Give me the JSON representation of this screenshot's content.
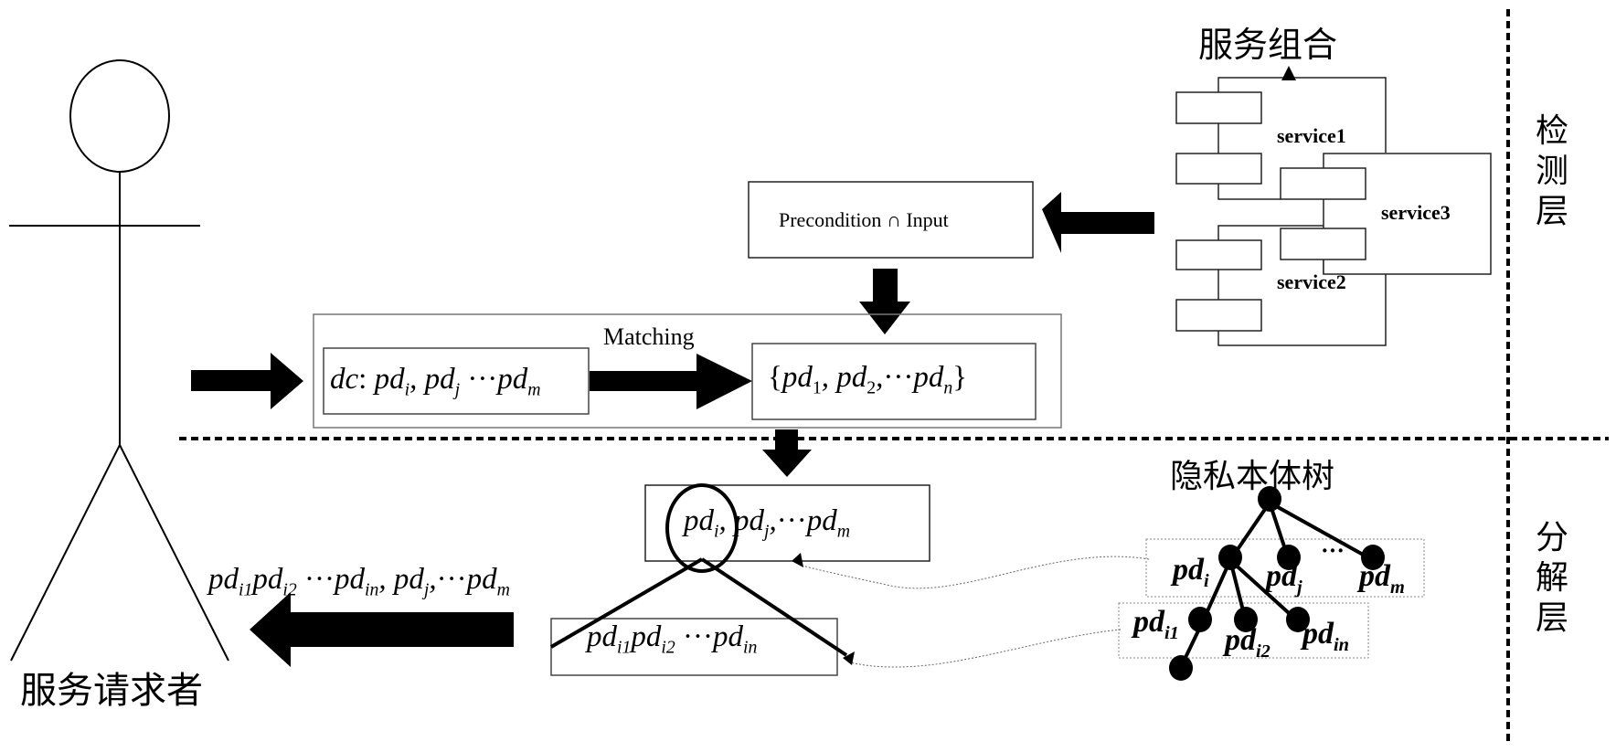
{
  "actor": {
    "label": "服务请求者"
  },
  "layers": {
    "detection": "检测层",
    "decomposition": "分解层"
  },
  "service_composition": {
    "title": "服务组合",
    "services": [
      "service1",
      "service2",
      "service3"
    ]
  },
  "precondition_box": {
    "text_left": "Precondition",
    "separator": "∩",
    "text_right": "Input"
  },
  "matching": {
    "label": "Matching",
    "left_expr": {
      "prefix": "dc",
      "colon": ":",
      "terms": [
        {
          "base": "pd",
          "sub": "i"
        },
        {
          "base": "pd",
          "sub": "j"
        },
        {
          "base": "pd",
          "sub": "m"
        }
      ]
    },
    "right_expr": {
      "terms": [
        {
          "base": "pd",
          "sub": "1"
        },
        {
          "base": "pd",
          "sub": "2"
        },
        {
          "base": "pd",
          "sub": "n"
        }
      ]
    }
  },
  "decomposition": {
    "top_box": {
      "terms": [
        {
          "base": "pd",
          "sub": "i"
        },
        {
          "base": "pd",
          "sub": "j"
        },
        {
          "base": "pd",
          "sub": "m"
        }
      ]
    },
    "bottom_box": {
      "terms": [
        {
          "base": "pd",
          "sub": "i1"
        },
        {
          "base": "pd",
          "sub": "i2"
        },
        {
          "base": "pd",
          "sub": "in"
        }
      ]
    },
    "output_expr": {
      "terms": [
        {
          "base": "pd",
          "sub": "i1"
        },
        {
          "base": "pd",
          "sub": "i2"
        },
        {
          "base": "pd",
          "sub": "in"
        },
        {
          "base": "pd",
          "sub": "j"
        },
        {
          "base": "pd",
          "sub": "m"
        }
      ]
    }
  },
  "ontology_tree": {
    "title": "隐私本体树",
    "level1": [
      {
        "base": "pd",
        "sub": "i"
      },
      {
        "base": "pd",
        "sub": "j"
      },
      {
        "base": "pd",
        "sub": "m"
      }
    ],
    "level2": [
      {
        "base": "pd",
        "sub": "i1"
      },
      {
        "base": "pd",
        "sub": "i2"
      },
      {
        "base": "pd",
        "sub": "in"
      }
    ],
    "ellipsis": "···"
  }
}
